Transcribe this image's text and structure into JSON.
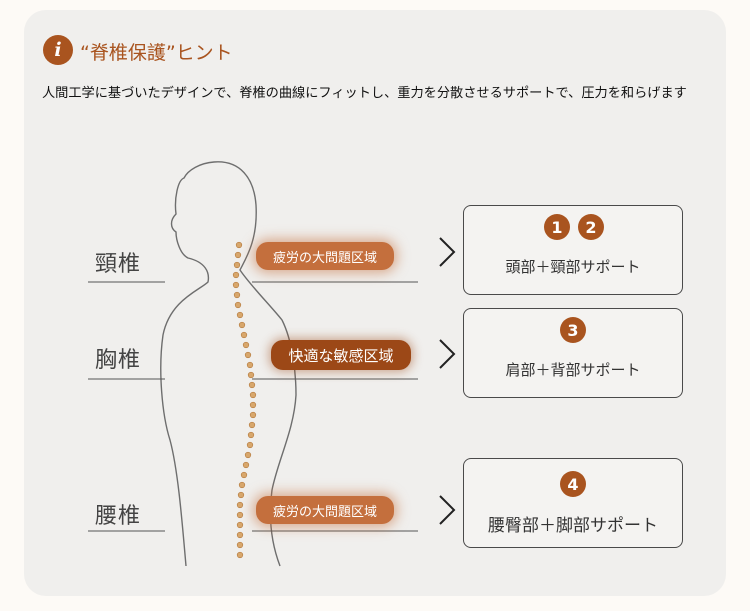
{
  "header": {
    "title": "“脊椎保護”ヒント",
    "description": "人間工学に基づいたデザインで、脊椎の曲線にフィットし、重力を分散させるサポートで、圧力を和らげます"
  },
  "icons": {
    "info": "info-icon",
    "chevron": "chevron-right-icon"
  },
  "colors": {
    "accent": "#a9541f",
    "pill_light": "#c46f3d",
    "pill_dark": "#9c4817",
    "card": "#f0efed"
  },
  "regions": [
    {
      "label": "頸椎",
      "pill": "疲労の大問題区域",
      "badges": [
        "1",
        "2"
      ],
      "support": "頭部＋頸部サポート"
    },
    {
      "label": "胸椎",
      "pill": "快適な敏感区域",
      "badges": [
        "3"
      ],
      "support": "肩部＋背部サポート"
    },
    {
      "label": "腰椎",
      "pill": "疲労の大問題区域",
      "badges": [
        "4"
      ],
      "support": "腰臀部＋脚部サポート"
    }
  ]
}
